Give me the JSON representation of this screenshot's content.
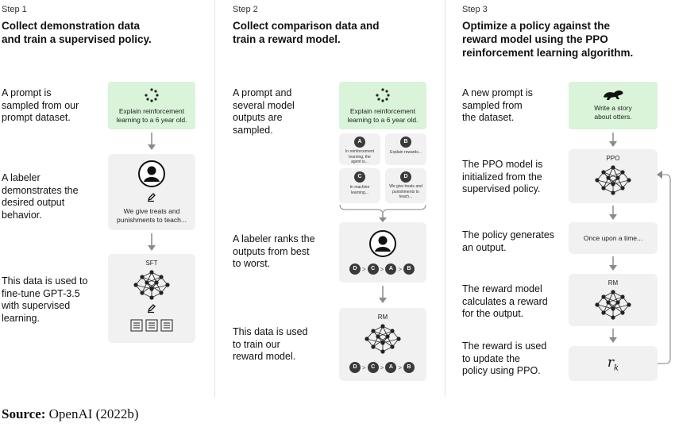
{
  "steps": [
    {
      "label": "Step 1",
      "title_line1": "Collect demonstration data",
      "title_line2": "and train a supervised policy.",
      "descriptions": [
        [
          "A prompt is",
          "sampled from our",
          "prompt dataset."
        ],
        [
          "A labeler",
          "demonstrates the",
          "desired output",
          "behavior."
        ],
        [
          "This data is used to",
          "fine-tune GPT-3.5",
          "with supervised",
          "learning."
        ]
      ],
      "prompt_box": [
        "Explain reinforcement",
        "learning to a 6 year old."
      ],
      "demo_text": [
        "We give treats and",
        "punishments to teach..."
      ],
      "model_label": "SFT"
    },
    {
      "label": "Step 2",
      "title_line1": "Collect comparison data and",
      "title_line2": "train a reward model.",
      "descriptions": [
        [
          "A prompt and",
          "several model",
          "outputs are",
          "sampled."
        ],
        [
          "A labeler ranks the",
          "outputs from best",
          "to worst."
        ],
        [
          "This data is used",
          "to train our",
          "reward model."
        ]
      ],
      "prompt_box": [
        "Explain reinforcement",
        "learning to a 6 year old."
      ],
      "outputs": [
        {
          "letter": "A",
          "text": [
            "In reinforcement",
            "learning, the",
            "agent is..."
          ]
        },
        {
          "letter": "B",
          "text": [
            "Explain rewards..."
          ]
        },
        {
          "letter": "C",
          "text": [
            "In machine",
            "learning..."
          ]
        },
        {
          "letter": "D",
          "text": [
            "We give treats and",
            "punishments to",
            "teach..."
          ]
        }
      ],
      "ranking": [
        "D",
        "C",
        "A",
        "B"
      ],
      "ranking_separator": ">",
      "model_label": "RM"
    },
    {
      "label": "Step 3",
      "title_line1": "Optimize a policy against the",
      "title_line2": "reward model using the PPO",
      "title_line3": "reinforcement learning algorithm.",
      "descriptions": [
        [
          "A new prompt is",
          "sampled from",
          "the dataset."
        ],
        [
          "The PPO model is",
          "initialized from the",
          "supervised policy."
        ],
        [
          "The policy generates",
          "an output."
        ],
        [
          "The reward model",
          "calculates a reward",
          "for the output."
        ],
        [
          "The reward is used",
          "to update the",
          "policy using PPO."
        ]
      ],
      "prompt_box": [
        "Write a story",
        "about otters."
      ],
      "ppo_label": "PPO",
      "output_text": "Once upon a time...",
      "rm_label": "RM",
      "reward_symbol": "r",
      "reward_subscript": "k"
    }
  ],
  "source": {
    "bold": "Source:",
    "text": " OpenAI (2022b)"
  },
  "colors": {
    "prompt_box": "#d9f4d9",
    "panel": "#f1f1f1",
    "node": "#222222",
    "arrow": "#8a8a8a"
  }
}
